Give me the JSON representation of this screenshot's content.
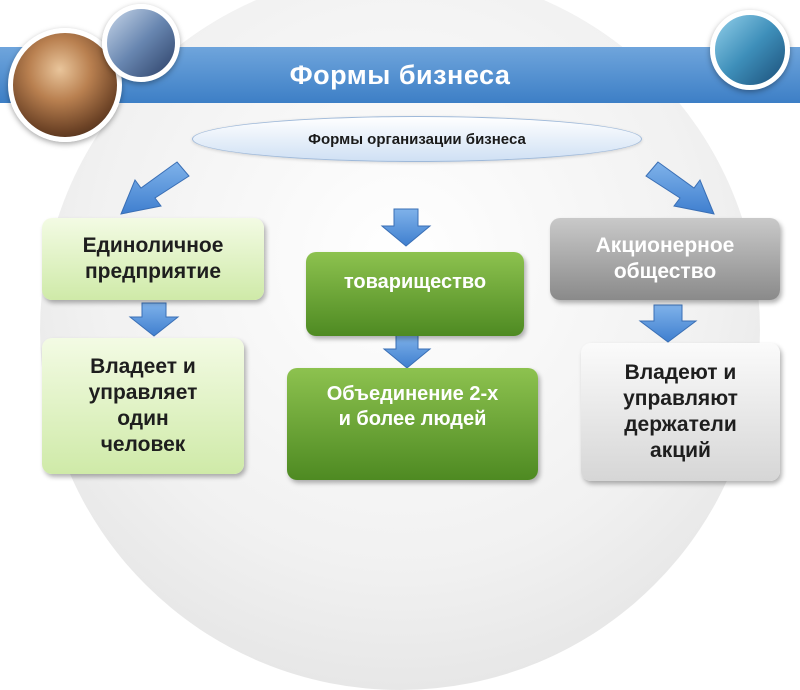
{
  "header": {
    "title": "Формы бизнеса",
    "subtitle": "Формы организации бизнеса"
  },
  "diagram": {
    "left": {
      "top": "Единоличное\nпредприятие",
      "bottom": "Владеет и\nуправляет\nодин\nчеловек"
    },
    "center": {
      "top": "товарищество",
      "bottom": "Объединение 2-х\nи более людей"
    },
    "right": {
      "top": "Акционерное\nобщество",
      "bottom": "Владеют и\nуправляют\nдержатели\nакций"
    }
  },
  "colors": {
    "title_bar": "#4a88cc",
    "arrow": "#5a96dd",
    "green_dark": "#5e9a2e",
    "green_light": "#e4f4cc",
    "gray_dark": "#a0a0a0",
    "gray_light": "#ececec"
  }
}
